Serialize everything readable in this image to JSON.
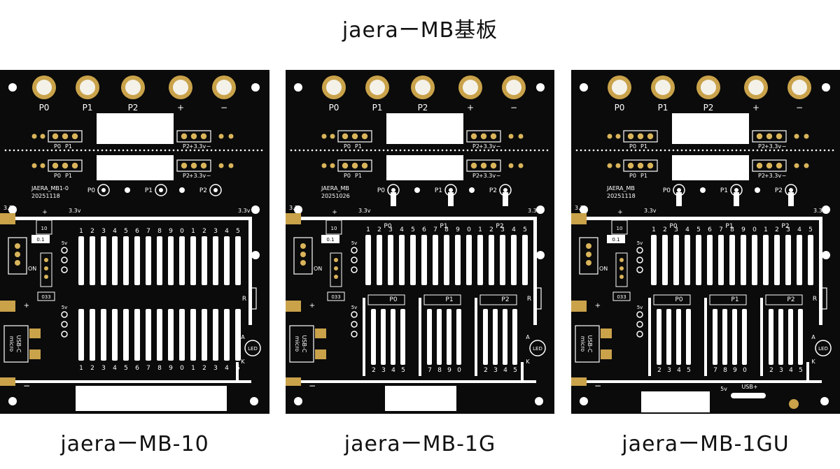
{
  "title": "jaeraーMB基板",
  "boards": [
    {
      "caption": "jaeraーMB-10",
      "pads": [
        "P0",
        "P1",
        "P2",
        "+",
        "−"
      ],
      "hdr_left": [
        "P0",
        "P1"
      ],
      "hdr_right": [
        "P2",
        "+3.3v",
        "−"
      ],
      "board_name": "JAERA_MB1-0",
      "date": "20251118",
      "pins": [
        "P0",
        "P1",
        "P2"
      ],
      "rail_3v3": "3.3v",
      "numbers": [
        "1",
        "2",
        "3",
        "4",
        "5",
        "6",
        "7",
        "8",
        "9",
        "0",
        "1",
        "2",
        "3",
        "4",
        "5",
        "6",
        "7",
        "8",
        "9",
        "0",
        "1",
        "2",
        "3",
        "4",
        "5"
      ],
      "labels": {
        "plus": "+",
        "minus": "−",
        "on": "ON",
        "v5": "5v",
        "r": "R",
        "led": "LED",
        "a": "A",
        "k": "K",
        "usb": "USB-C",
        "micro": "micro",
        "c10": "10",
        "c01": "0.1",
        "c033": "033"
      }
    },
    {
      "caption": "jaeraーMB-1G",
      "pads": [
        "P0",
        "P1",
        "P2",
        "+",
        "−"
      ],
      "hdr_left": [
        "P0",
        "P1"
      ],
      "hdr_right": [
        "P2",
        "+3.3v",
        "−"
      ],
      "board_name": "JAERA_MB",
      "date": "20251026",
      "pins": [
        "P0",
        "P1",
        "P2"
      ],
      "rail_3v3": "3.3v",
      "numbers": [
        "1",
        "2",
        "3",
        "4",
        "5",
        "6",
        "7",
        "8",
        "9",
        "0",
        "1",
        "2",
        "3",
        "4",
        "5"
      ],
      "groups": [
        "P0",
        "P1",
        "P2"
      ],
      "bottom_numbers": [
        "2",
        "3",
        "4",
        "5",
        "7",
        "8",
        "9",
        "0",
        "2",
        "3",
        "4",
        "5"
      ],
      "labels": {
        "plus": "+",
        "minus": "−",
        "on": "ON",
        "v5": "5v",
        "r": "R",
        "led": "LED",
        "a": "A",
        "k": "K",
        "usb": "USB-C",
        "micro": "micro",
        "c10": "10",
        "c01": "0.1",
        "c033": "033"
      }
    },
    {
      "caption": "jaeraーMB-1GU",
      "pads": [
        "P0",
        "P1",
        "P2",
        "+",
        "−"
      ],
      "hdr_left": [
        "P0",
        "P1"
      ],
      "hdr_right": [
        "P2",
        "+3.3v",
        "−"
      ],
      "board_name": "JAERA_MB",
      "date": "20251118",
      "pins": [
        "P0",
        "P1",
        "P2"
      ],
      "rail_3v3": "3.3v",
      "numbers": [
        "1",
        "2",
        "3",
        "4",
        "5",
        "6",
        "7",
        "8",
        "9",
        "0",
        "1",
        "2",
        "3",
        "4",
        "5"
      ],
      "groups": [
        "P0",
        "P1",
        "P2"
      ],
      "bottom_numbers": [
        "2",
        "3",
        "4",
        "5",
        "7",
        "8",
        "9",
        "0",
        "2",
        "3",
        "4",
        "5"
      ],
      "usb_plus": "USB+",
      "labels": {
        "plus": "+",
        "minus": "−",
        "on": "ON",
        "v5": "5v",
        "r": "R",
        "led": "LED",
        "a": "A",
        "k": "K",
        "usb": "USB-C",
        "micro": "micro",
        "c10": "10",
        "c01": "0.1",
        "c033": "033"
      }
    }
  ],
  "colors": {
    "pcb": "#0b0b0b",
    "silk": "#ffffff",
    "gold": "#c9a24a",
    "copper": "#d9b45a"
  }
}
